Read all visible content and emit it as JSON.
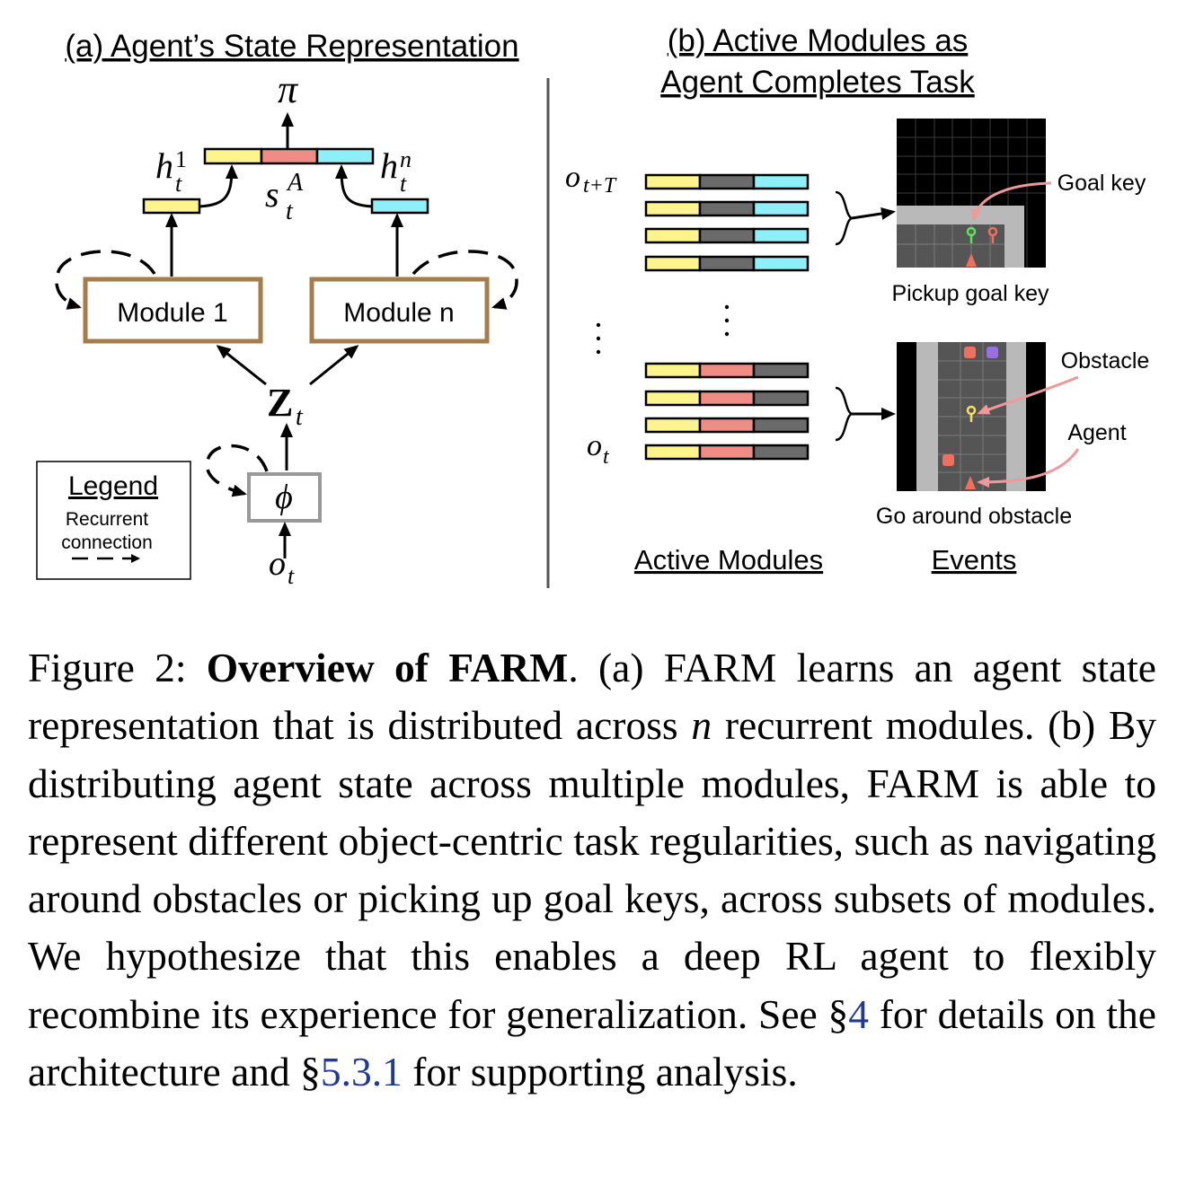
{
  "panel_a": {
    "title": "(a) Agent’s State Representation",
    "pi": "π",
    "h1_base": "h",
    "h1_sup": "1",
    "h1_sub": "t",
    "hn_base": "h",
    "hn_sup": "n",
    "hn_sub": "t",
    "s_base": "s",
    "s_sup": "A",
    "s_sub": "t",
    "module1": "Module 1",
    "modulen": "Module n",
    "z_base": "Z",
    "z_sub": "t",
    "phi": "ϕ",
    "o_base": "o",
    "o_sub": "t",
    "legend_title": "Legend",
    "legend_line1": "Recurrent",
    "legend_line2": "connection"
  },
  "panel_b": {
    "title_line1": "(b) Active Modules as",
    "title_line2": "Agent Completes Task",
    "o_top_base": "o",
    "o_top_sub": "t+T",
    "o_bottom_base": "o",
    "o_bottom_sub": "t",
    "goal_key": "Goal key",
    "pickup_goal_key": "Pickup goal key",
    "obstacle": "Obstacle",
    "agent": "Agent",
    "go_around": "Go around obstacle",
    "active_modules": "Active Modules",
    "events": "Events"
  },
  "colors": {
    "yellow": "#fdf48c",
    "red": "#ef8c86",
    "cyan": "#8df0f8",
    "gray": "#6b6b6b",
    "module_border": "#a57c4a",
    "phi_border": "#999999",
    "pink_arrow": "#ef9a9a",
    "caption_ref": "#1f3a93"
  },
  "caption": {
    "prefix": "Figure 2: ",
    "bold": "Overview of FARM",
    "text1": ". (a) FARM learns an agent state representation that is distributed across ",
    "n": "n",
    "text2": " recurrent modules.  (b) By distributing agent state across multiple modules, FARM is able to represent different object-centric task regularities, such as navigating around obstacles or picking up goal keys, across subsets of modules. We hypothesize that this enables a deep RL agent to flexibly recombine its experience for generalization. See §",
    "ref1": "4",
    "text3": " for details on the architecture and §",
    "ref2": "5.3.1",
    "text4": " for supporting analysis."
  }
}
